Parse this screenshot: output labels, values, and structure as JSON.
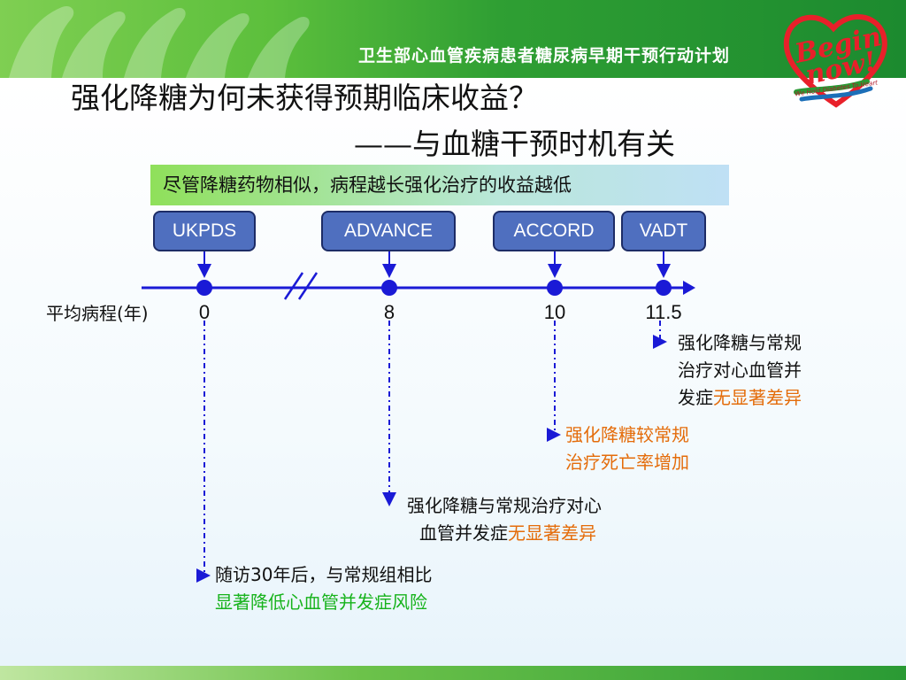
{
  "banner": {
    "title": "卫生部心血管疾病患者糖尿病早期干预行动计划"
  },
  "logo": {
    "word1": "Begin",
    "word2": "now!",
    "tagline": "We Hold Diabetes To Heart"
  },
  "title": {
    "line1": "强化降糖为何未获得预期临床收益？",
    "line2": "——与血糖干预时机有关"
  },
  "highlight": "尽管降糖药物相似，病程越长强化治疗的收益越低",
  "axis": {
    "label": "平均病程(年)"
  },
  "trials": [
    {
      "name": "UKPDS",
      "year": "0"
    },
    {
      "name": "ADVANCE",
      "year": "8"
    },
    {
      "name": "ACCORD",
      "year": "10"
    },
    {
      "name": "VADT",
      "year": "11.5"
    }
  ],
  "notes": {
    "vadt": {
      "line1": "强化降糖与常规",
      "line2": "治疗对心血管并",
      "line3a": "发症",
      "line3b": "无显著差异"
    },
    "accord": {
      "line1": "强化降糖较常规",
      "line2": "治疗死亡率增加"
    },
    "advance": {
      "line1": "强化降糖与常规治疗对心",
      "line2a": "血管并发症",
      "line2b": "无显著差异"
    },
    "ukpds": {
      "line1": "随访30年后，与常规组相比",
      "line2": "显著降低心血管并发症风险"
    }
  },
  "colors": {
    "trial_box": "#4f6fbf",
    "timeline": "#1a1ad6",
    "emphasis_orange": "#e46c0a",
    "emphasis_green": "#17b31c"
  }
}
